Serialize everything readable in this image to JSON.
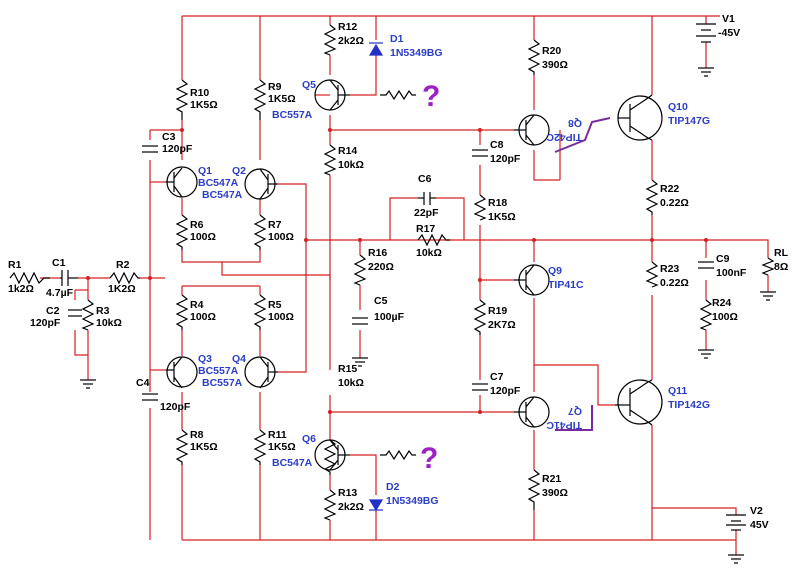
{
  "labels": {
    "R1": [
      "R1",
      "1k2Ω"
    ],
    "C1": [
      "C1",
      "4.7µF"
    ],
    "R2": [
      "R2",
      "1K2Ω"
    ],
    "C2": [
      "C2",
      "120pF"
    ],
    "R3": [
      "R3",
      "10kΩ"
    ],
    "R10": [
      "R10",
      "1K5Ω"
    ],
    "R9": [
      "R9",
      "1K5Ω"
    ],
    "C3": [
      "C3",
      "120pF"
    ],
    "Q1": [
      "Q1",
      "BC547A"
    ],
    "Q2": [
      "Q2",
      "BC547A"
    ],
    "R6": [
      "R6",
      "100Ω"
    ],
    "R7": [
      "R7",
      "100Ω"
    ],
    "R4": [
      "R4",
      "100Ω"
    ],
    "R5": [
      "R5",
      "100Ω"
    ],
    "Q3": [
      "Q3",
      "BC557A"
    ],
    "Q4": [
      "Q4",
      "BC557A"
    ],
    "C4": [
      "C4",
      "120pF"
    ],
    "R8": [
      "R8",
      "1K5Ω"
    ],
    "R11": [
      "R11",
      "1K5Ω"
    ],
    "R12": [
      "R12",
      "2k2Ω"
    ],
    "D1": [
      "D1",
      "1N5349BG"
    ],
    "Q5": [
      "Q5",
      "BC557A"
    ],
    "R14": [
      "R14",
      "10kΩ"
    ],
    "R16": [
      "R16",
      "220Ω"
    ],
    "C5": [
      "C5",
      "100µF"
    ],
    "R15": [
      "R15",
      "10kΩ"
    ],
    "Q6": [
      "Q6",
      "BC547A"
    ],
    "R13": [
      "R13",
      "2k2Ω"
    ],
    "D2": [
      "D2",
      "1N5349BG"
    ],
    "C6": [
      "C6",
      "22pF"
    ],
    "R17": [
      "R17",
      "10kΩ"
    ],
    "R20": [
      "R20",
      "390Ω"
    ],
    "Q8": [
      "Q8",
      "TIP42C"
    ],
    "C8": [
      "C8",
      "120pF"
    ],
    "R18": [
      "R18",
      "1K5Ω"
    ],
    "Q9": [
      "Q9",
      "TIP41C"
    ],
    "R19": [
      "R19",
      "2K7Ω"
    ],
    "C7": [
      "C7",
      "120pF"
    ],
    "Q7": [
      "Q7",
      "TIP41C"
    ],
    "R21": [
      "R21",
      "390Ω"
    ],
    "Q10": [
      "Q10",
      "TIP147G"
    ],
    "R22": [
      "R22",
      "0.22Ω"
    ],
    "R23": [
      "R23",
      "0.22Ω"
    ],
    "C9": [
      "C9",
      "100nF"
    ],
    "R24": [
      "R24",
      "100Ω"
    ],
    "RL": [
      "RL",
      "8Ω"
    ],
    "Q11": [
      "Q11",
      "TIP142G"
    ],
    "V1": [
      "V1",
      "-45V"
    ],
    "V2": [
      "V2",
      "45V"
    ]
  },
  "unknown_marks": [
    "?",
    "?"
  ],
  "colors": {
    "wire": "#d62020",
    "component_label": "#2a3ec8",
    "question_mark": "#a020c8"
  }
}
